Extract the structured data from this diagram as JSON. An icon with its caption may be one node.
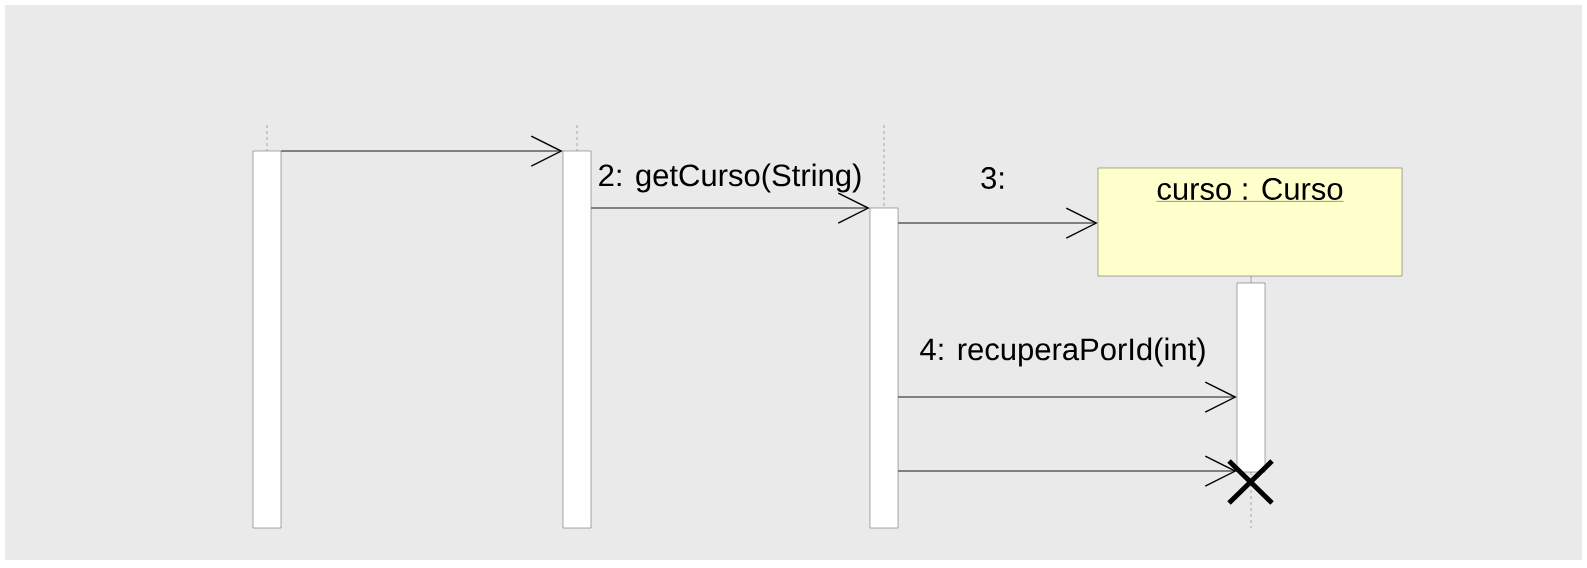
{
  "diagram": {
    "nodes": [
      {
        "text": [],
        "shape": "bar"
      },
      {
        "text": [],
        "shape": "bar"
      },
      {
        "text": [],
        "shape": "bar"
      },
      {
        "text": [
          "curso : Curso"
        ]
      },
      {
        "text": [],
        "shape": "bar"
      }
    ],
    "edges": [
      {
        "from": 0,
        "to": 1,
        "arrow": "to"
      },
      {
        "from": 1,
        "to": 2,
        "arrow": "to",
        "label": "2: getCurso(String)"
      },
      {
        "from": 2,
        "to": 3,
        "arrow": "to",
        "label": "3:"
      },
      {
        "from": 2,
        "to": 4,
        "arrow": "to",
        "label": "4: recuperaPorId(int)"
      },
      {
        "from": 2,
        "to": 4,
        "arrow": "to"
      }
    ]
  }
}
